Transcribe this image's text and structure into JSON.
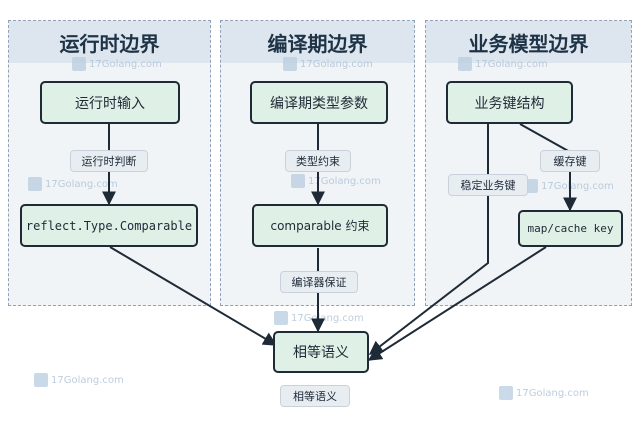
{
  "panels": {
    "runtime": "运行时边界",
    "compile": "编译期边界",
    "business": "业务模型边界"
  },
  "nodes": {
    "runtime_input": "运行时输入",
    "reflect": "reflect.Type.Comparable",
    "compile_params": "编译期类型参数",
    "comparable": "comparable 约束",
    "business_key": "业务键结构",
    "map_cache": "map/cache key",
    "equality": "相等语义"
  },
  "edge_labels": {
    "runtime_check": "运行时判断",
    "type_constraint": "类型约束",
    "compiler_guarantee": "编译器保证",
    "stable_key": "稳定业务键",
    "cache_key": "缓存键",
    "bottom_caption": "相等语义"
  },
  "watermark": "17Golang.com",
  "colors": {
    "panel_bg": "#f1f4f7",
    "panel_header": "#dde6ef",
    "node_fill": "#dff0e6",
    "stroke": "#1e2a36"
  }
}
